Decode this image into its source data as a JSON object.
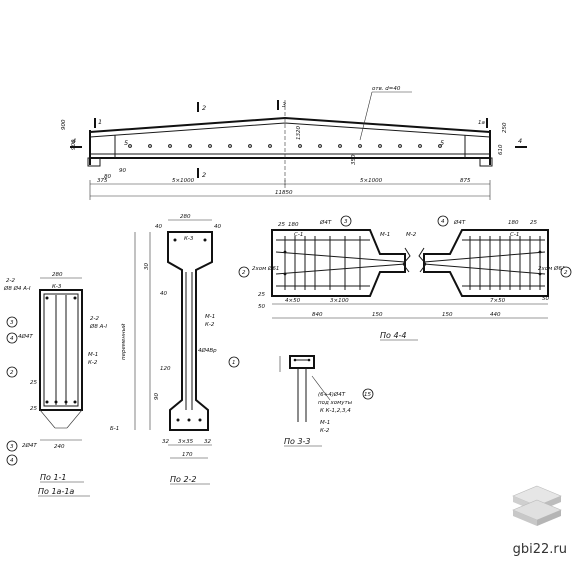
{
  "elevation": {
    "span_total": "11850",
    "span_half": "5×1000",
    "hole_note": "отв. d=40",
    "end_dim_left": "375",
    "end_dim_right": "875",
    "dims": [
      "900",
      "1320",
      "350",
      "250",
      "80",
      "35",
      "610",
      "90",
      "500"
    ],
    "section_marks": [
      "1",
      "1a",
      "2",
      "3",
      "4",
      "5"
    ]
  },
  "section_1_1": {
    "title": "По 1-1",
    "subtitle": "По 1а-1а",
    "labels": {
      "k3": "К-3",
      "m1": "М-1",
      "k2": "К-2",
      "bar_top": "2-2",
      "bar_top_note": "Ø8 Ø4 А-I",
      "bar_mid": "2-2",
      "bar_mid_note": "Ø8 А-I",
      "bar_main": "4Ø4Т",
      "bar_bottom": "2Ø4Т",
      "b1": "Б-1"
    },
    "dims": [
      "280",
      "240",
      "25",
      "25"
    ],
    "markers": [
      "3",
      "4",
      "2",
      "3",
      "4"
    ]
  },
  "section_2_2": {
    "title": "По 2-2",
    "labels": {
      "k3": "К-3",
      "m1": "М-1",
      "k2": "К-2",
      "note": "4Ø4Вр",
      "height_label": "переменный"
    },
    "dims": [
      "280",
      "40",
      "40",
      "30",
      "40",
      "120",
      "90",
      "170",
      "32",
      "3×35",
      "32"
    ],
    "markers": [
      "1"
    ]
  },
  "section_3_3": {
    "title": "По 3-3",
    "labels": {
      "note": "(6+4)Ø4Т",
      "note2": "под хомуты",
      "note3": "К К-1,2,3,4",
      "m1": "М-1",
      "k2": "К-2"
    },
    "markers": [
      "15"
    ]
  },
  "section_4_4": {
    "title": "По 4-4",
    "labels": {
      "s1": "С-1",
      "m1": "М-1",
      "m2": "М-2",
      "bar": "Ø4Т",
      "anchor": "2хом Ø61",
      "anchor_r": "2хом Ø61"
    },
    "dims": [
      "25",
      "180",
      "4×50",
      "3×100",
      "840",
      "150",
      "150",
      "440",
      "7×50",
      "180",
      "25",
      "50",
      "50",
      "25"
    ],
    "markers": [
      "3",
      "4",
      "2",
      "2"
    ]
  },
  "watermark": {
    "text": "gbi22.ru"
  }
}
